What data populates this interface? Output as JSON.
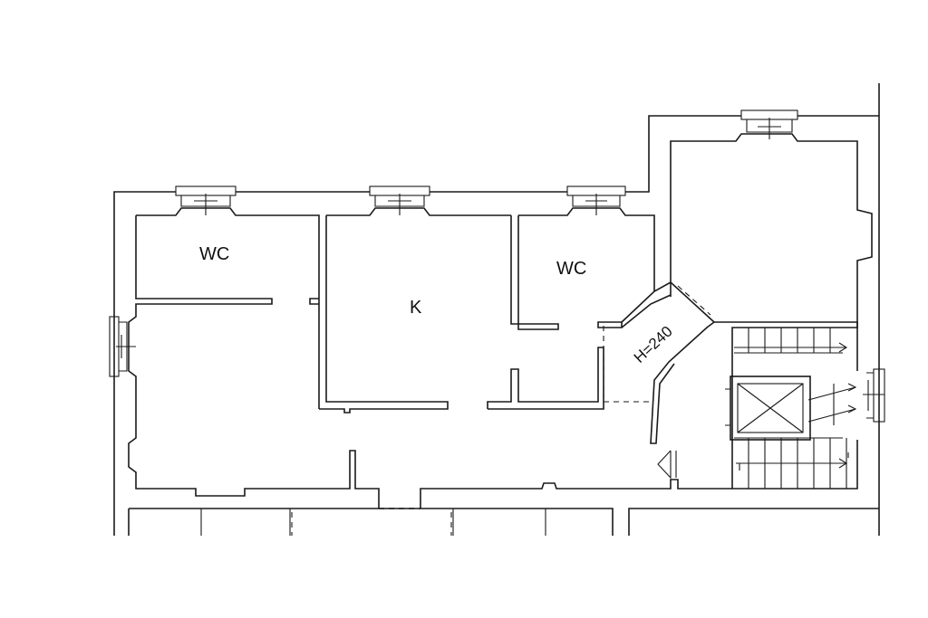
{
  "rooms": {
    "wc_left": "WC",
    "kitchen": "K",
    "wc_right": "WC"
  },
  "annotations": {
    "ceiling_height": "H=240"
  }
}
